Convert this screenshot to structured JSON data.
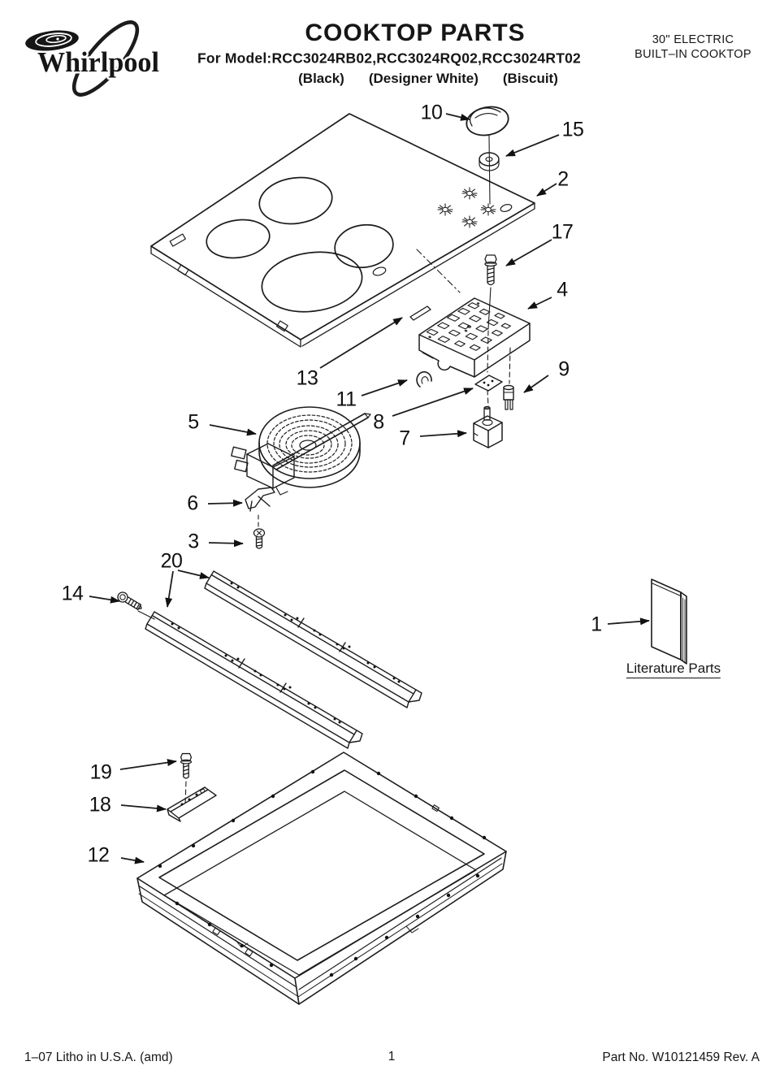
{
  "header": {
    "brand": "Whirlpool",
    "title": "COOKTOP PARTS",
    "model_line": "For Model:RCC3024RB02,RCC3024RQ02,RCC3024RT02",
    "finish_options": [
      "(Black)",
      "(Designer White)",
      "(Biscuit)"
    ],
    "product_type_line1": "30\" ELECTRIC",
    "product_type_line2": "BUILT–IN COOKTOP"
  },
  "diagram": {
    "literature_section_label": "Literature Parts",
    "callouts": {
      "p1": "1",
      "p2": "2",
      "p3": "3",
      "p4": "4",
      "p5": "5",
      "p6": "6",
      "p7": "7",
      "p8": "8",
      "p9": "9",
      "p10": "10",
      "p11": "11",
      "p12": "12",
      "p13": "13",
      "p14": "14",
      "p15": "15",
      "p17": "17",
      "p18": "18",
      "p19": "19",
      "p20": "20"
    }
  },
  "footer": {
    "left": "1–07 Litho in U.S.A. (amd)",
    "center_page": "1",
    "right": "Part No. W10121459 Rev. A"
  }
}
